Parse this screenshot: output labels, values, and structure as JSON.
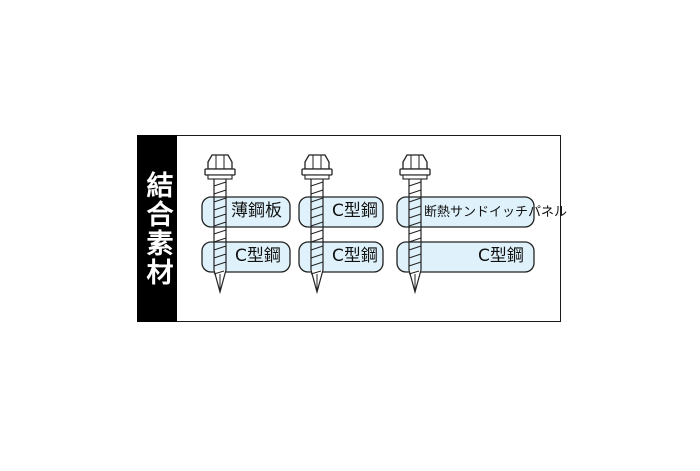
{
  "panel_label": "結合素材",
  "columns": [
    {
      "top": "薄鋼板",
      "bottom": "C型鋼"
    },
    {
      "top": "C型鋼",
      "bottom": "C型鋼"
    },
    {
      "top": "断熱サンドイッチパネル",
      "bottom": "C型鋼"
    }
  ],
  "colors": {
    "pill_fill": "#dff2fb",
    "stroke": "#222222",
    "label_bg": "#000000"
  }
}
